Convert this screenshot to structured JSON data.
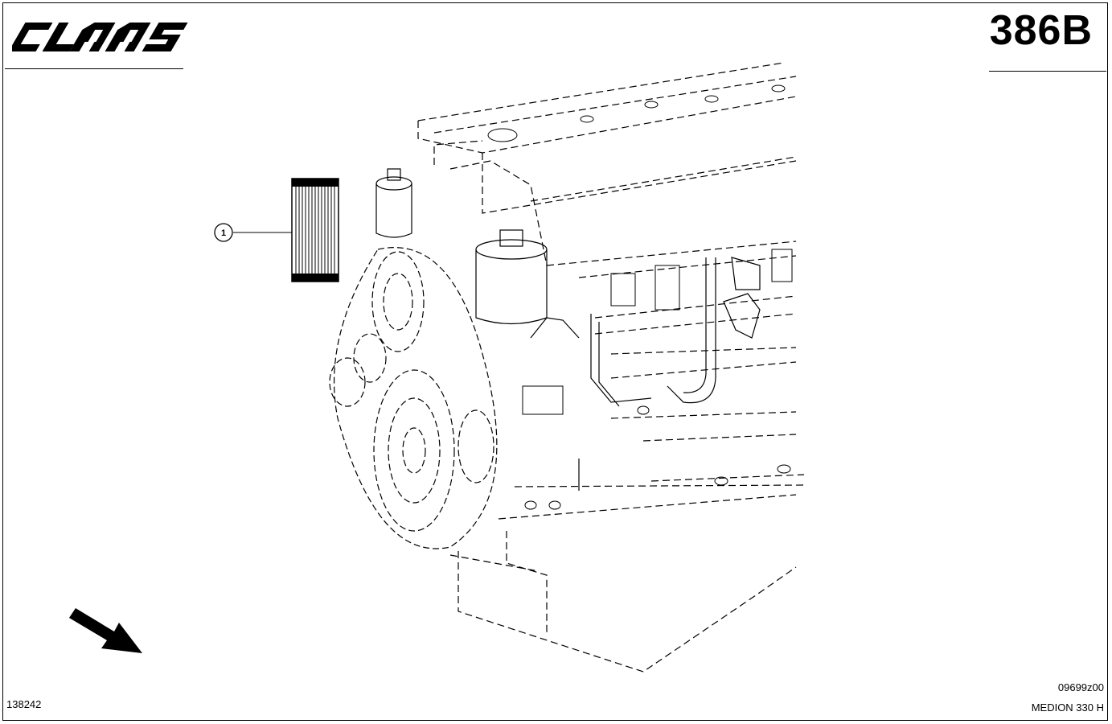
{
  "header": {
    "brand_logo_text": "CLAAS",
    "page_code": "386B"
  },
  "diagram": {
    "callouts": [
      {
        "number": "1"
      }
    ]
  },
  "footer": {
    "document_number": "138242",
    "image_code": "09699z00",
    "machine_model": "MEDION 330 H"
  }
}
